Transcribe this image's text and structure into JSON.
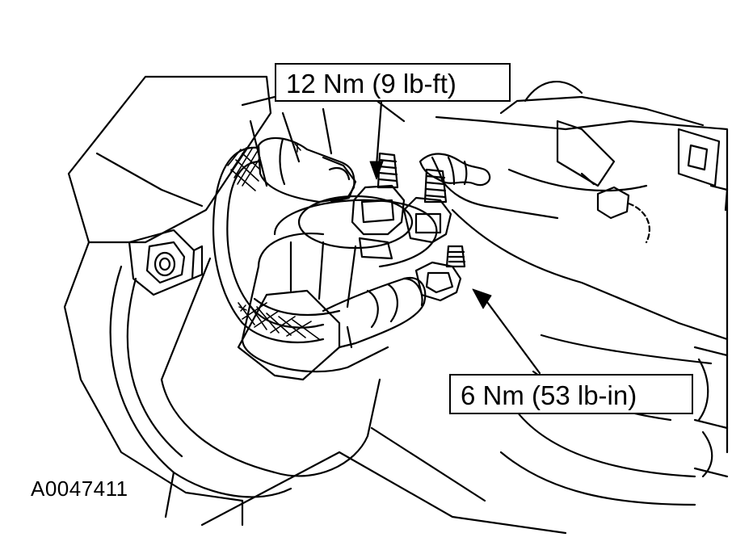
{
  "callouts": {
    "upper_torque": "12 Nm (9 lb-ft)",
    "lower_torque": "6 Nm (53 lb-in)"
  },
  "figure_id": "A0047411",
  "colors": {
    "line": "#000000",
    "background": "#ffffff"
  }
}
